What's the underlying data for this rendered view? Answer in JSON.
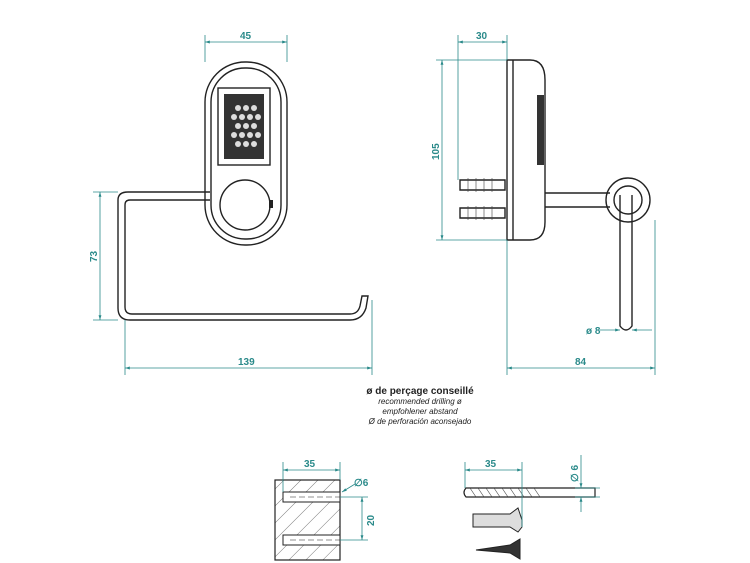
{
  "dimensions": {
    "front_width": "45",
    "front_height": "73",
    "front_length": "139",
    "side_depth": "30",
    "side_height": "105",
    "side_projection": "84",
    "rod_diameter": "ø 8",
    "drill_depth": "35",
    "hole_diameter": "∅6",
    "hole_spacing": "20",
    "drill_length": "35",
    "drill_diameter": "∅ 6"
  },
  "note": {
    "title": "ø de perçage conseillé",
    "line_en": "recommended drilling ø",
    "line_de": "empfohlener abstand",
    "line_es": "Ø de perforación aconsejado"
  },
  "colors": {
    "dimension": "#2a8a8a",
    "outline": "#222222"
  }
}
